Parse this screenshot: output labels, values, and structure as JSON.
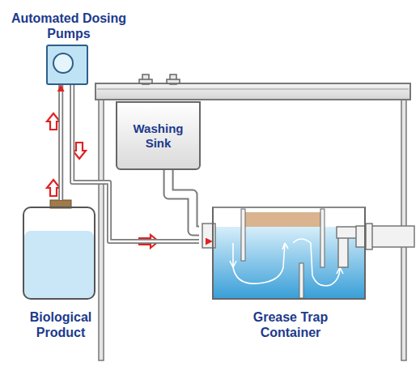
{
  "diagram": {
    "nodes": [
      {
        "text": [
          "Automated Dosing Pumps"
        ]
      },
      {
        "text": [
          "Washing Sink"
        ]
      },
      {
        "text": [
          "Biological Product"
        ]
      },
      {
        "text": [
          "Grease Trap Container"
        ]
      }
    ],
    "edges": [
      {
        "from": 2,
        "to": 0,
        "arrow": "to"
      },
      {
        "from": 0,
        "to": 3,
        "arrow": "to"
      },
      {
        "from": 1,
        "to": 3,
        "arrow": "none"
      }
    ]
  }
}
